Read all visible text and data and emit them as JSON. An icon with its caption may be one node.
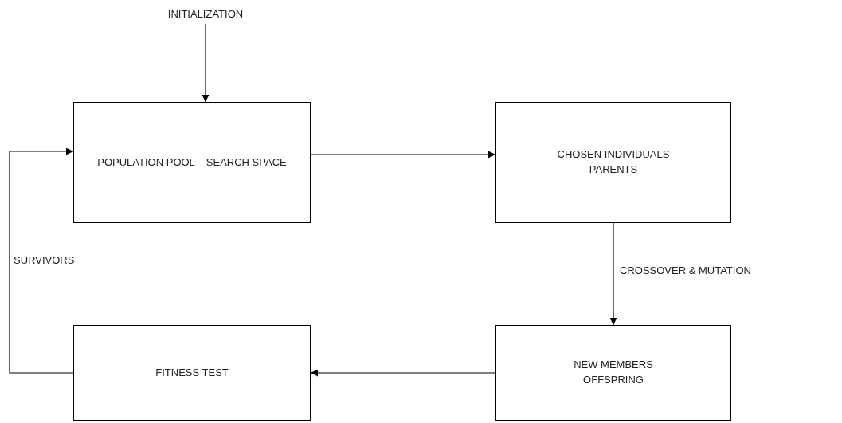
{
  "diagram": {
    "nodes": [
      {
        "text": [
          "INITIALIZATION"
        ]
      },
      {
        "text": [
          "POPULATION POOL – SEARCH SPACE"
        ]
      },
      {
        "text": [
          "CHOSEN INDIVIDUALS PARENTS"
        ]
      },
      {
        "text": [
          "NEW MEMBERS OFFSPRING"
        ]
      },
      {
        "text": [
          "FITNESS TEST"
        ]
      }
    ],
    "edges": [
      {
        "from": 0,
        "to": 1,
        "arrow": "to"
      },
      {
        "from": 1,
        "to": 2,
        "arrow": "to"
      },
      {
        "from": 2,
        "to": 3,
        "arrow": "to",
        "label": "CROSSOVER & MUTATION"
      },
      {
        "from": 3,
        "to": 4,
        "arrow": "to"
      },
      {
        "from": 4,
        "to": 1,
        "arrow": "to",
        "label": "SURVIVORS"
      }
    ]
  }
}
